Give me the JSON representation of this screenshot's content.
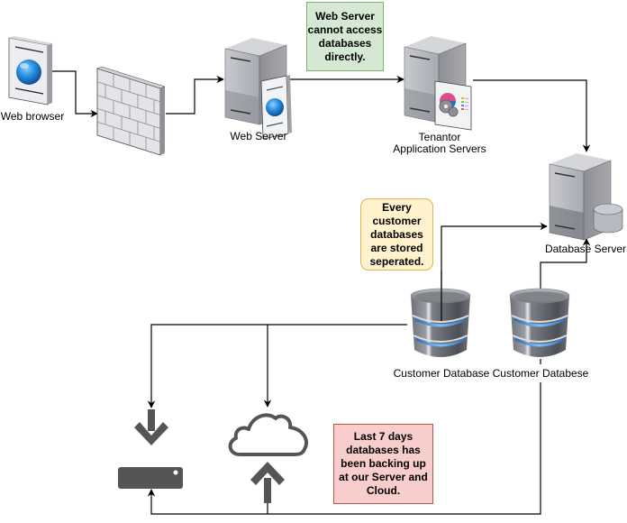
{
  "diagram": {
    "nodes": {
      "web_browser": {
        "label": "Web browser",
        "icon": "web-browser-icon"
      },
      "firewall": {
        "label": "",
        "icon": "firewall-icon"
      },
      "web_server": {
        "label": "Web Server",
        "icon": "web-server-icon"
      },
      "app_servers": {
        "label": "Tenantor\nApplication Servers",
        "label_line1": "Tenantor",
        "label_line2": "Application Servers",
        "icon": "application-server-icon"
      },
      "database_server": {
        "label": "Database Server",
        "icon": "database-server-icon"
      },
      "customer_db_1": {
        "label": "Customer Database",
        "icon": "database-icon"
      },
      "customer_db_2": {
        "label": "Customer Databese",
        "icon": "database-icon"
      },
      "backup_server": {
        "label": "",
        "icon": "backup-download-server-icon"
      },
      "cloud": {
        "label": "",
        "icon": "cloud-upload-icon"
      }
    },
    "notes": {
      "web_server_note": {
        "text": "Web Server\ncannot access\ndatabases\ndirectly.",
        "fill": "#d5e8d4",
        "stroke": "#82b366"
      },
      "separation_note": {
        "text": "Every\ncustomer\ndatabases\nare stored\nseperated.",
        "fill": "#fff2cc",
        "stroke": "#d6b656"
      },
      "backup_note": {
        "text": "Last 7 days\ndatabases has\nbeen backing up\nat our Server and\nCloud.",
        "fill": "#f8cecc",
        "stroke": "#b85450"
      }
    },
    "edges": [
      {
        "from": "web_browser",
        "to": "firewall"
      },
      {
        "from": "firewall",
        "to": "web_server"
      },
      {
        "from": "web_server",
        "to": "app_servers"
      },
      {
        "from": "app_servers",
        "to": "database_server"
      },
      {
        "from": "customer_db_1",
        "to": "database_server"
      },
      {
        "from": "customer_db_2",
        "to": "database_server"
      },
      {
        "from": "customer_db_1",
        "to": "backup_server"
      },
      {
        "from": "customer_db_1",
        "to": "cloud"
      },
      {
        "from": "customer_db_2",
        "to": "backup_server"
      },
      {
        "from": "customer_db_2",
        "to": "cloud"
      }
    ]
  }
}
